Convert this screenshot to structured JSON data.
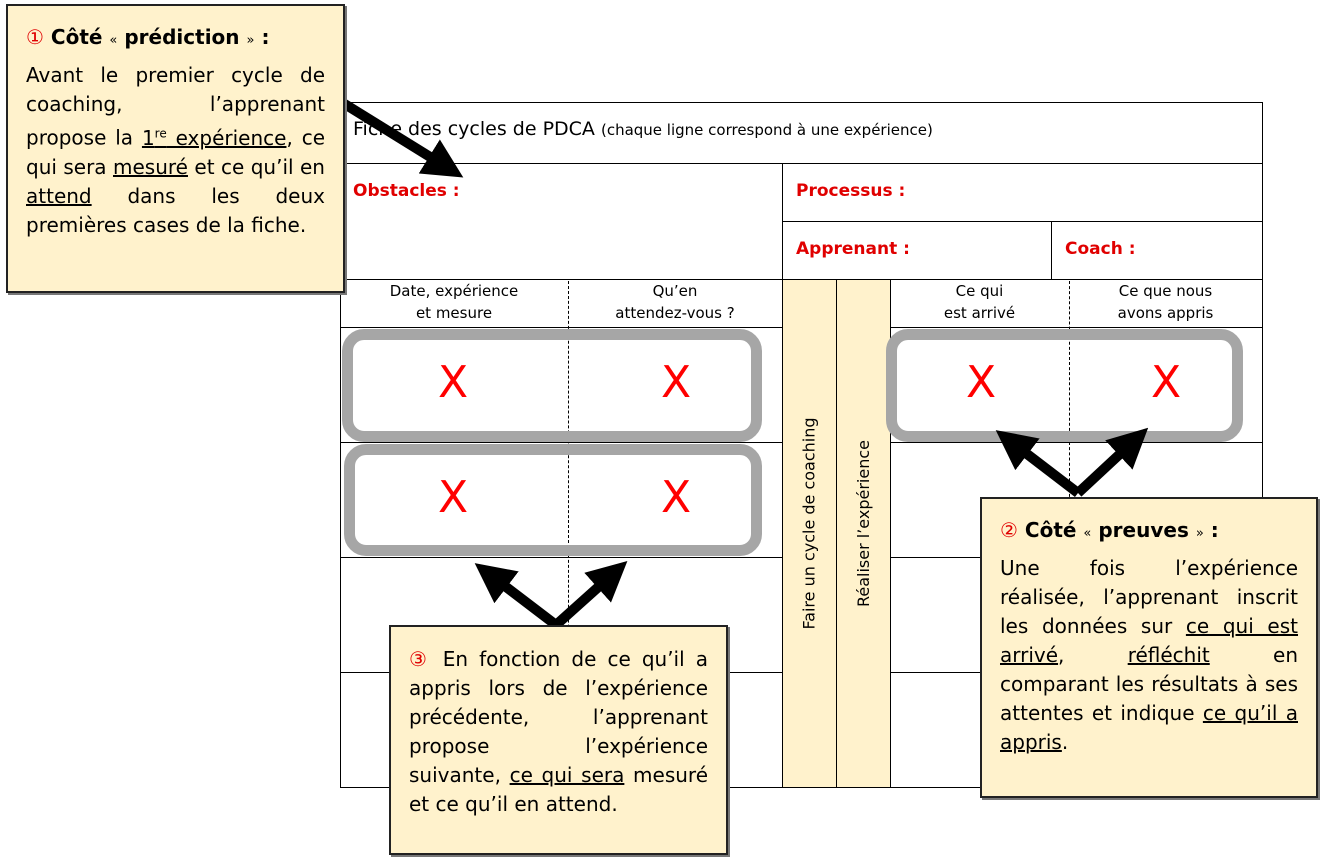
{
  "sheet": {
    "title": "Fiche des cycles de PDCA",
    "subtitle": "(chaque ligne correspond à une expérience)",
    "obstacles_label": "Obstacles :",
    "processus_label": "Processus :",
    "apprenant_label": "Apprenant :",
    "coach_label": "Coach :",
    "columns": [
      {
        "line1": "Date, expérience",
        "line2": "et mesure"
      },
      {
        "line1": "Qu’en",
        "line2": "attendez-vous ?"
      },
      {
        "line1": "Ce qui",
        "line2": "est arrivé"
      },
      {
        "line1": "Ce que nous",
        "line2": "avons appris"
      }
    ],
    "vertical_labels": [
      "Faire un cycle de coaching",
      "Réaliser l’expérience"
    ],
    "marks": {
      "row1": [
        "X",
        "X",
        "X",
        "X"
      ],
      "row2": [
        "X",
        "X"
      ]
    }
  },
  "notes": {
    "prediction": {
      "number": "①",
      "head_pre": "Côté",
      "quote_open": "«",
      "keyword": "prédiction",
      "quote_close": "»",
      "colon": ":",
      "t1": "Avant le premier cycle de coaching, l’apprenant propose la ",
      "u1_base": "1",
      "u1_sup": "re",
      "u1_rest": " expérience",
      "t2": ", ce qui sera ",
      "u2": "mesuré",
      "t3": " et ce qu’il en ",
      "u3": "attend",
      "t4": " dans les deux premières cases de la fiche."
    },
    "preuves": {
      "number": "②",
      "head_pre": "Côté",
      "quote_open": "«",
      "keyword": "preuves",
      "quote_close": "»",
      "colon": ":",
      "t1": "Une fois l’expérience réalisée, l’apprenant inscrit les données sur ",
      "u1": "ce qui est arrivé",
      "t2": ", ",
      "u2": "réfléchit",
      "t3": " en comparant les résultats à ses attentes et indique ",
      "u3": "ce qu’il a appris",
      "t4": "."
    },
    "suivante": {
      "number": "③",
      "t1": " En fonction de ce qu’il a appris lors de l’expérience précédente, l’apprenant propose l’expérience suivante, ",
      "u1": "ce qui sera",
      "t2": " mesuré et ce qu’il en attend."
    }
  },
  "colors": {
    "note_bg": "#fff2cc",
    "label_red": "#e00000",
    "highlight_gray": "#a6a6a6",
    "x_red": "#ff0000"
  }
}
